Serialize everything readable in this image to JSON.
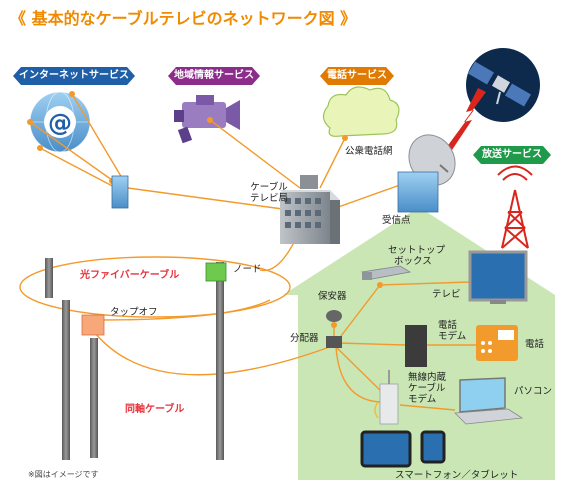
{
  "title": "《 基本的なケーブルテレビのネットワーク図 》",
  "banners": {
    "internet": "インターネットサービス",
    "local_info": "地域情報サービス",
    "phone": "電話サービス",
    "broadcast": "放送サービス"
  },
  "labels": {
    "satellite": "衛星",
    "public_phone_network": "公衆電話網",
    "headend": [
      "ケーブル",
      "テレビ局"
    ],
    "receiving_point": "受信点",
    "node": "ノード",
    "fiber_cable": "光ファイバーケーブル",
    "tap_off": "タップオフ",
    "coax_cable": "同軸ケーブル",
    "settop_box": [
      "セットトップ",
      "ボックス"
    ],
    "tv": "テレビ",
    "protector": "保安器",
    "splitter": "分配器",
    "phone_modem": [
      "電話",
      "モデム"
    ],
    "phone": "電話",
    "cable_modem": [
      "無線内蔵",
      "ケーブル",
      "モデム"
    ],
    "pc": "パソコン",
    "smartphone_tablet": "スマートフォン／タブレット",
    "note": "※図はイメージです"
  },
  "colors": {
    "title": "#f08a00",
    "banner_internet": "#1f5fa8",
    "banner_local": "#8c2d8c",
    "banner_phone": "#e07a00",
    "banner_broadcast": "#1f9a4a",
    "line_orange": "#f39a2c",
    "house": "#c9e6b4",
    "red_label": "#e8333c"
  },
  "icons": [
    "at-icon",
    "video-camera-icon",
    "cloud-icon",
    "satellite-icon",
    "antenna-tower-icon",
    "parabola-antenna-icon",
    "building-icon",
    "node-box-icon",
    "tap-off-box-icon",
    "utility-pole-icon",
    "settop-box-icon",
    "tv-icon",
    "protector-icon",
    "splitter-icon",
    "phone-modem-icon",
    "phone-icon",
    "cable-modem-icon",
    "laptop-icon",
    "tablet-icon",
    "smartphone-icon"
  ]
}
